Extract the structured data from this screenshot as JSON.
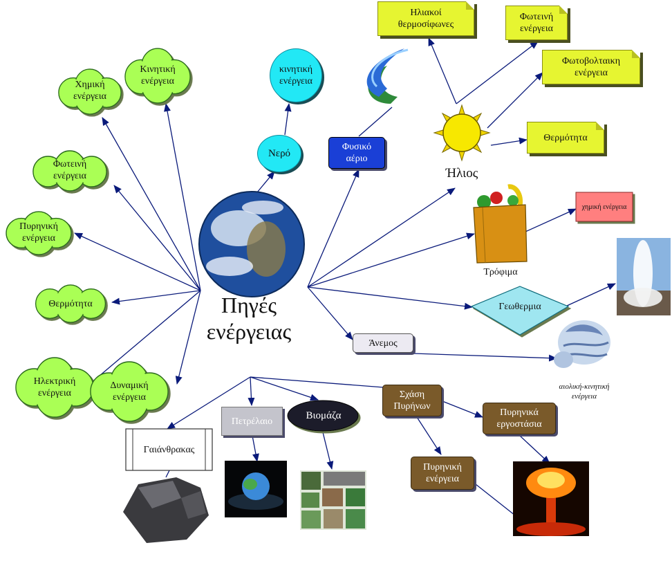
{
  "center": {
    "line1": "Πηγές",
    "line2": "ενέργειας"
  },
  "left_clouds": {
    "chemical": {
      "line1": "Χημική",
      "line2": "ενέργεια"
    },
    "kinetic": {
      "line1": "Κινητική",
      "line2": "ενέργεια"
    },
    "light": {
      "line1": "Φωτεινή",
      "line2": "ενέργεια"
    },
    "nuclear": {
      "line1": "Πυρηνική",
      "line2": "ενέργεια"
    },
    "heat": {
      "line1": "Θερμότητα"
    },
    "electric": {
      "line1": "Ηλεκτρική",
      "line2": "ενέργεια"
    },
    "potential": {
      "line1": "Δυναμική",
      "line2": "ενέργεια"
    }
  },
  "water": {
    "label": "Νερό",
    "kinetic_line1": "κινητική",
    "kinetic_line2": "ενέργεια"
  },
  "gas": {
    "line1": "Φυσικό",
    "line2": "αέριο"
  },
  "sun": {
    "label": "Ήλιος",
    "thermosiphon_line1": "Ηλιακοί",
    "thermosiphon_line2": "θερμοσίφωνες",
    "light_line1": "Φωτεινή",
    "light_line2": "ενέργεια",
    "pv_line1": "Φωτοβολταικη",
    "pv_line2": "ενέργεια",
    "heat": "Θερμότητα"
  },
  "food": {
    "label": "Τρόφιμα",
    "chemical": "χημική ενέργεια"
  },
  "geothermal": {
    "label": "Γεωθερμια"
  },
  "wind": {
    "label": "Άνεμος",
    "aeolian_line1": "αιολική-κινητική",
    "aeolian_line2": "ενέργεια"
  },
  "bottom": {
    "coal": "Γαιάνθρακας",
    "oil": "Πετρέλαιο",
    "biomass": "Βιομάζα",
    "fission_line1": "Σχάση",
    "fission_line2": "Πυρήνων",
    "plants_line1": "Πυρηνικά",
    "plants_line2": "εργοστάσια",
    "nuclear_line1": "Πυρηνική",
    "nuclear_line2": "ενέργεια"
  },
  "colors": {
    "cloud_fill": "#aaff55",
    "cyan": "#22e8f5",
    "note": "#e6f531",
    "gas_box": "#1a3fd6",
    "brown": "#7a5a2a",
    "diamond": "#9fe6f0",
    "edge": "#0a1a7a",
    "salmon": "#ff7f7f"
  }
}
